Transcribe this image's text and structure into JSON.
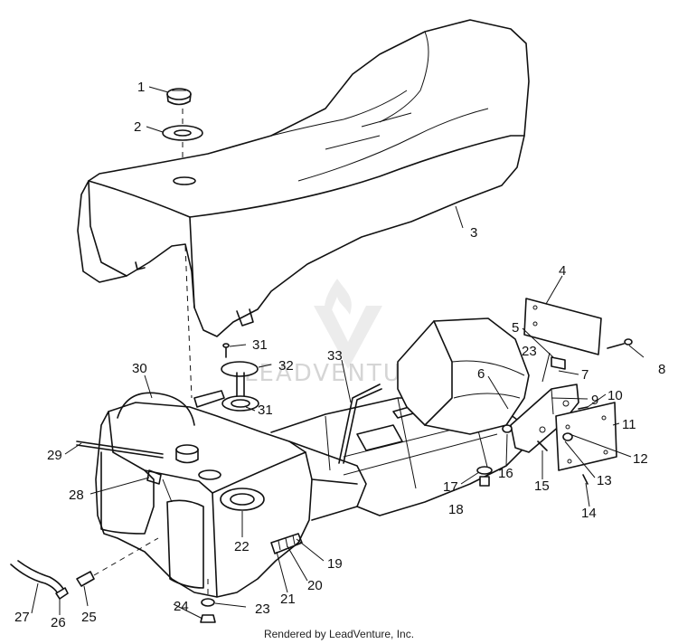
{
  "callouts": [
    "1",
    "2",
    "3",
    "4",
    "5",
    "6",
    "7",
    "8",
    "9",
    "10",
    "11",
    "12",
    "13",
    "14",
    "15",
    "16",
    "17",
    "18",
    "19",
    "20",
    "21",
    "22",
    "23",
    "23",
    "24",
    "25",
    "26",
    "27",
    "28",
    "29",
    "30",
    "31",
    "31",
    "32",
    "33"
  ],
  "footer": "Rendered by LeadVenture, Inc.",
  "watermark": "LEADVENTURE"
}
